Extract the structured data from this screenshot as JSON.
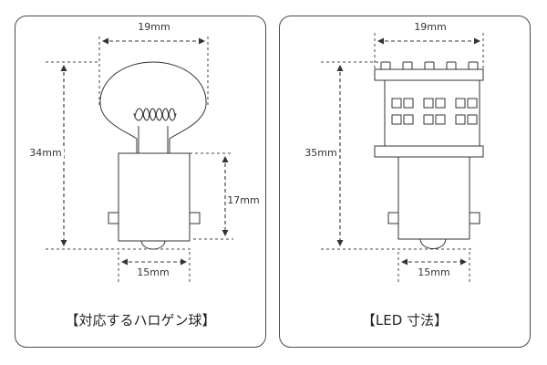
{
  "left": {
    "caption": "【対応するハロゲン球】",
    "width_label": "19mm",
    "height_label": "34mm",
    "base_height_label": "17mm",
    "base_width_label": "15mm"
  },
  "right": {
    "caption": "【LED 寸法】",
    "width_label": "19mm",
    "height_label": "35mm",
    "base_width_label": "15mm"
  },
  "colors": {
    "line": "#4a4a4a",
    "text": "#333333",
    "background": "#ffffff"
  }
}
